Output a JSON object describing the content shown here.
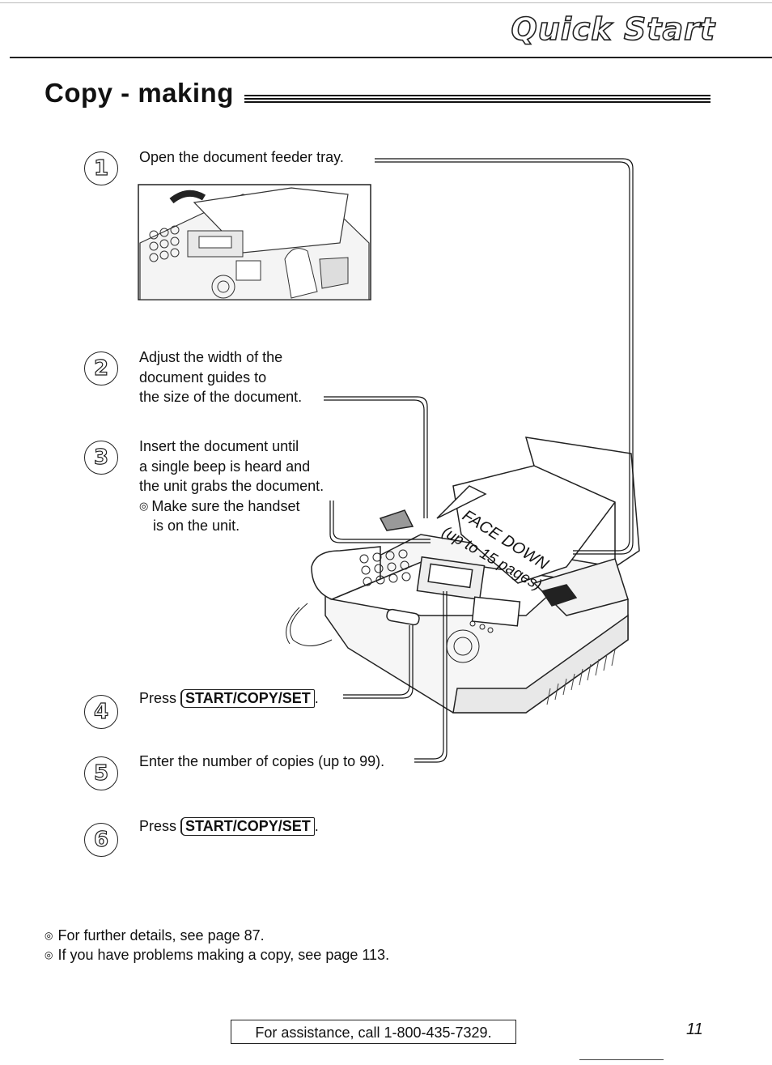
{
  "header": {
    "title": "Quick Start"
  },
  "section": {
    "title": "Copy - making"
  },
  "steps": [
    {
      "num": "1",
      "lines": [
        "Open the document feeder tray."
      ]
    },
    {
      "num": "2",
      "lines": [
        "Adjust the width of the",
        "document guides to",
        "the size of the document."
      ]
    },
    {
      "num": "3",
      "lines": [
        "Insert the document until",
        "a single beep is heard and",
        "the unit grabs the document."
      ],
      "note_lines": [
        "Make sure the handset",
        "is on the unit."
      ]
    },
    {
      "num": "4",
      "prefix": "Press",
      "key": "START/COPY/SET",
      "suffix": "."
    },
    {
      "num": "5",
      "lines": [
        "Enter the number of copies (up to 99)."
      ]
    },
    {
      "num": "6",
      "prefix": "Press",
      "key": "START/COPY/SET",
      "suffix": "."
    }
  ],
  "figure": {
    "face_down": "FACE DOWN",
    "pages_note": "(up to 15 pages)"
  },
  "notes": [
    "For further details, see page 87.",
    "If you have problems making a copy, see page 113."
  ],
  "footer": {
    "assistance": "For assistance, call 1-800-435-7329.",
    "page_number": "11"
  }
}
